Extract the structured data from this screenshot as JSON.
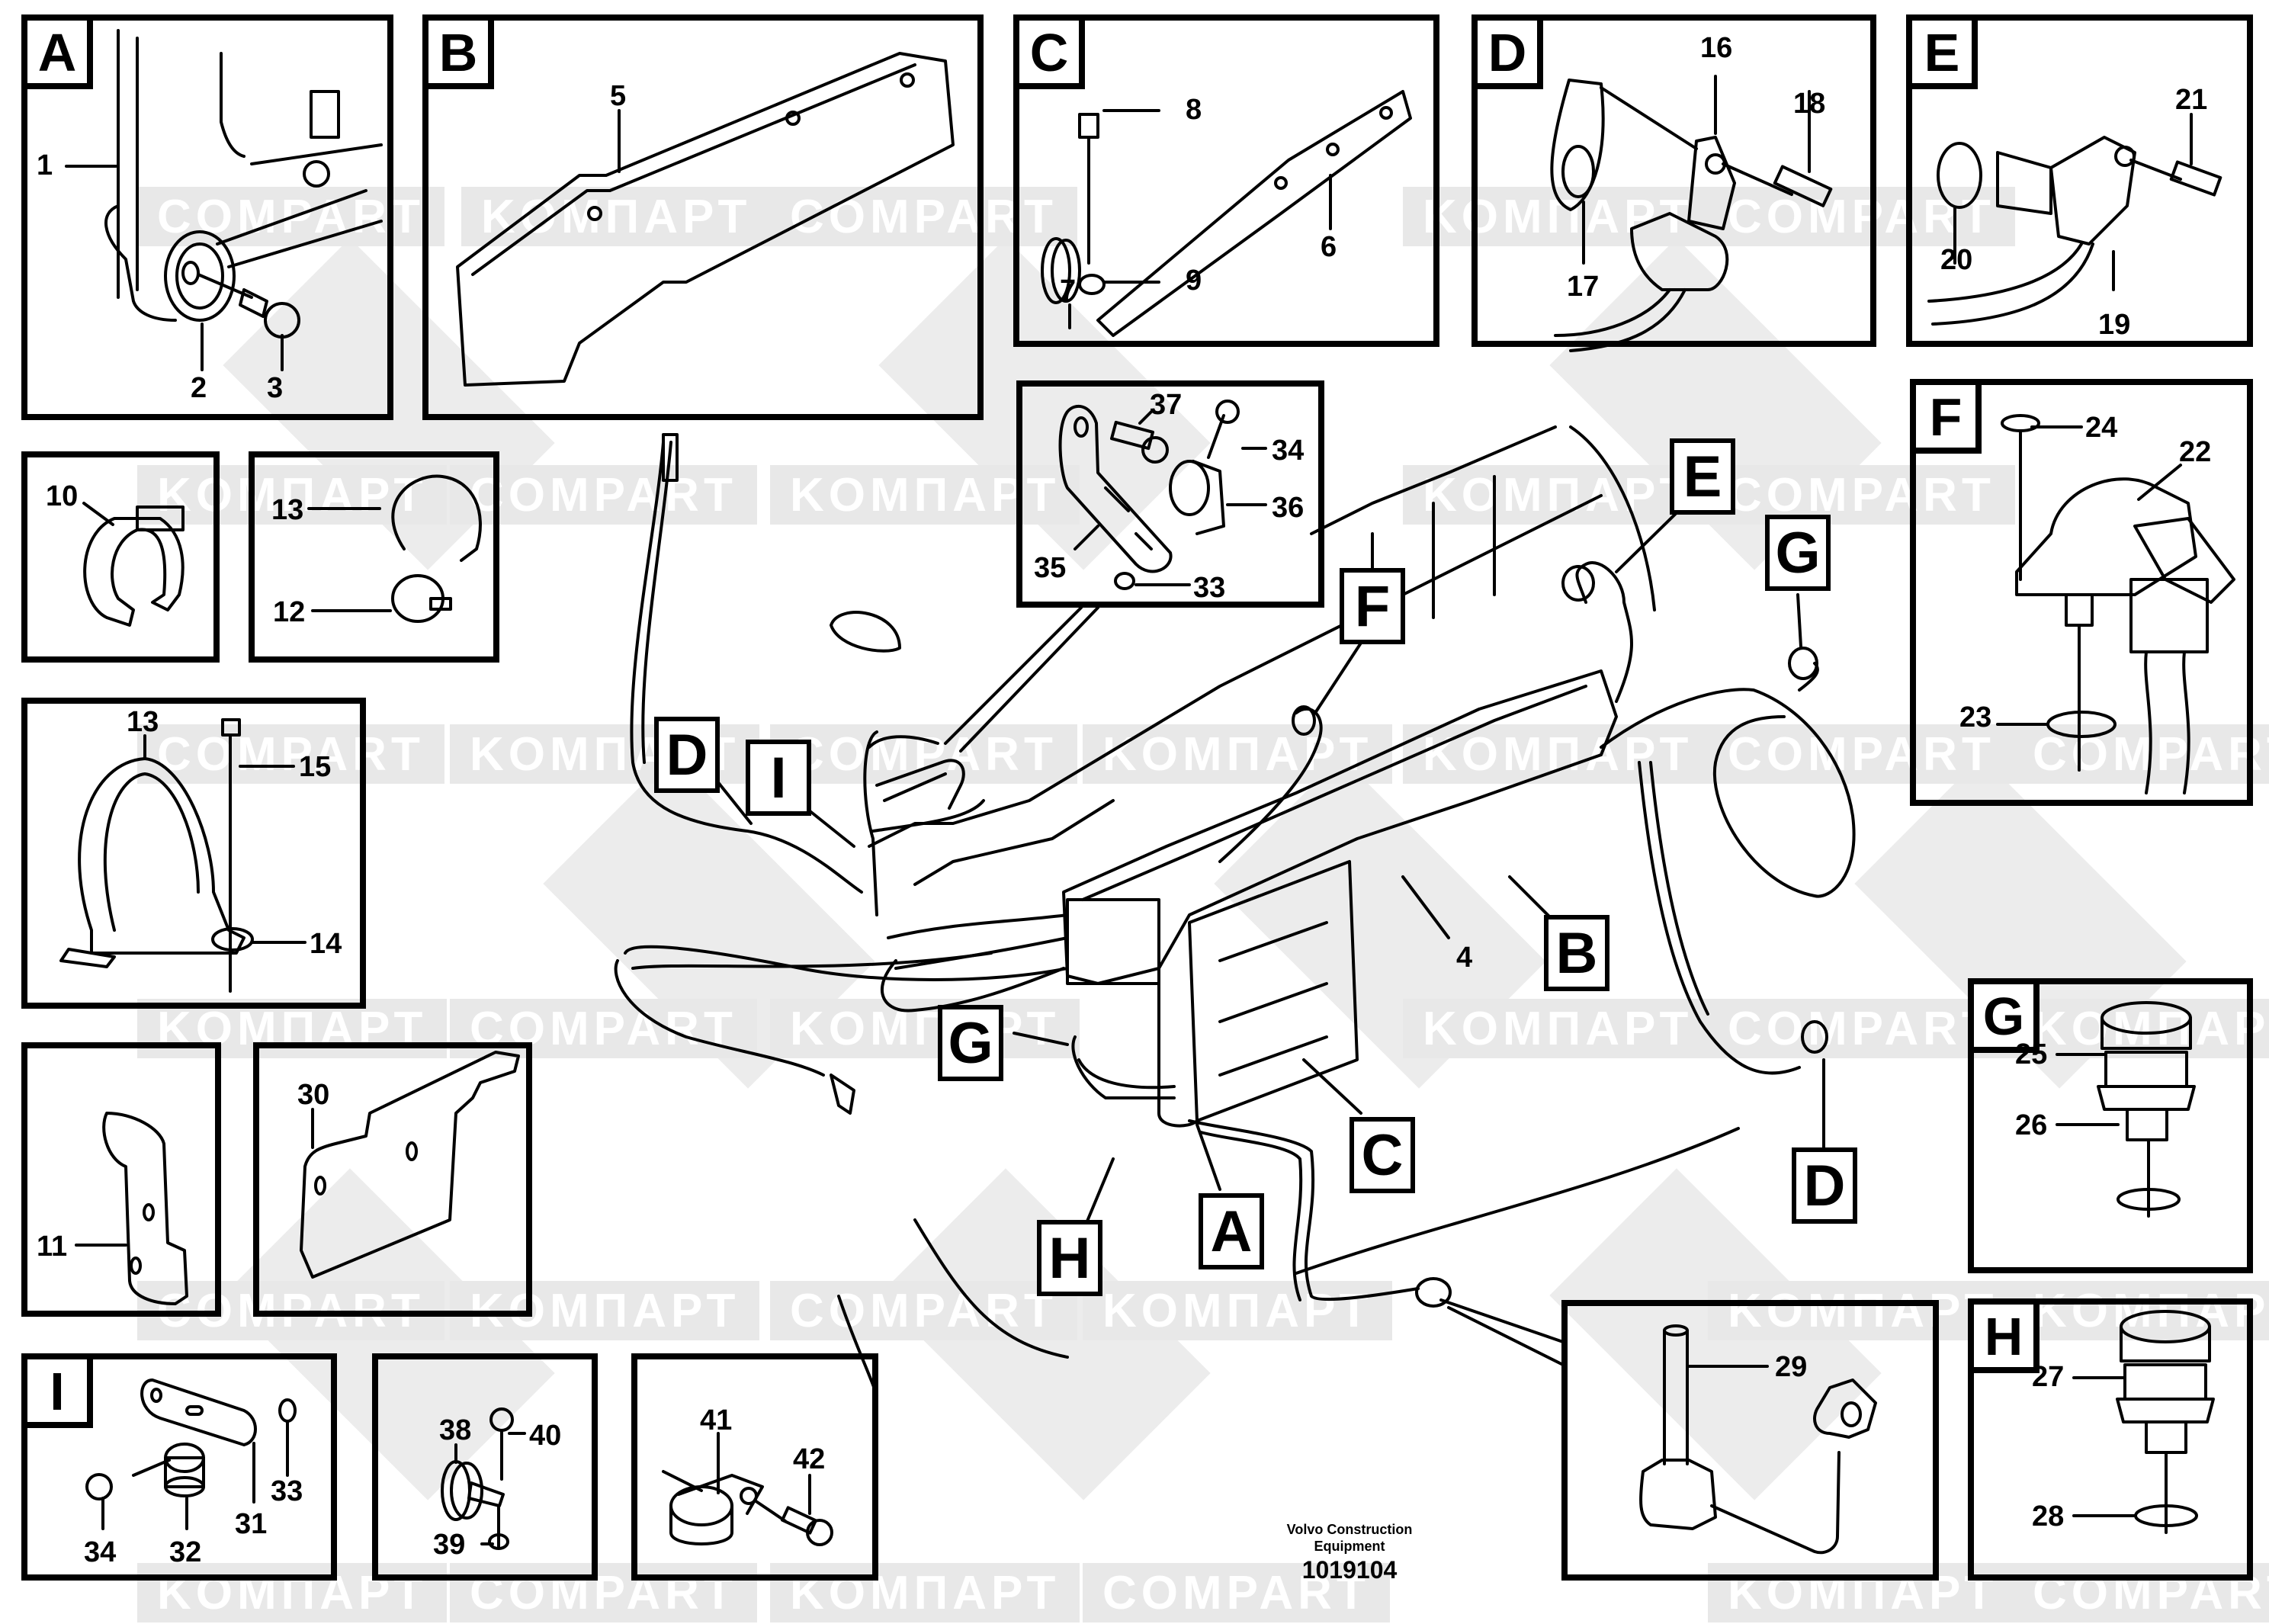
{
  "watermark": {
    "texts": [
      "KOMПАРТ",
      "COMPART"
    ],
    "band_color": "#e8e8e8",
    "text_color": "#ffffff"
  },
  "panels": [
    {
      "id": "A",
      "letter": "A",
      "callouts": [
        "1",
        "2",
        "3"
      ]
    },
    {
      "id": "B",
      "letter": "B",
      "callouts": [
        "5"
      ]
    },
    {
      "id": "C",
      "letter": "C",
      "callouts": [
        "8",
        "6",
        "7",
        "9"
      ]
    },
    {
      "id": "D",
      "letter": "D",
      "callouts": [
        "16",
        "18",
        "17"
      ]
    },
    {
      "id": "E",
      "letter": "E",
      "callouts": [
        "21",
        "20",
        "19"
      ]
    },
    {
      "id": "F",
      "letter": "F",
      "callouts": [
        "24",
        "22",
        "23"
      ]
    },
    {
      "id": "G",
      "letter": "G",
      "callouts": [
        "25",
        "26"
      ]
    },
    {
      "id": "H",
      "letter": "H",
      "callouts": [
        "27",
        "28"
      ]
    },
    {
      "id": "I",
      "letter": "I",
      "callouts": [
        "34",
        "32",
        "31",
        "33"
      ]
    },
    {
      "id": "bracket-detail",
      "letter": "",
      "callouts": [
        "37",
        "34",
        "36",
        "35",
        "33"
      ]
    },
    {
      "id": "clip-10",
      "letter": "",
      "callouts": [
        "10"
      ]
    },
    {
      "id": "ties-12-13",
      "letter": "",
      "callouts": [
        "13",
        "12"
      ]
    },
    {
      "id": "tie-mount",
      "letter": "",
      "callouts": [
        "13",
        "15",
        "14"
      ]
    },
    {
      "id": "bracket-11",
      "letter": "",
      "callouts": [
        "11"
      ]
    },
    {
      "id": "plate-30",
      "letter": "",
      "callouts": [
        "30"
      ]
    },
    {
      "id": "clamp-38-40",
      "letter": "",
      "callouts": [
        "38",
        "40",
        "39"
      ]
    },
    {
      "id": "clamp-41-42",
      "letter": "",
      "callouts": [
        "41",
        "42"
      ]
    },
    {
      "id": "sensor-29",
      "letter": "",
      "callouts": [
        "29"
      ]
    }
  ],
  "main_view": {
    "callouts": [
      "4"
    ],
    "tags": [
      "E",
      "G",
      "F",
      "D",
      "I",
      "B",
      "G",
      "C",
      "A",
      "H",
      "D"
    ]
  },
  "footer": {
    "line1": "Volvo Construction",
    "line2": "Equipment",
    "drawing_number": "1019104"
  }
}
